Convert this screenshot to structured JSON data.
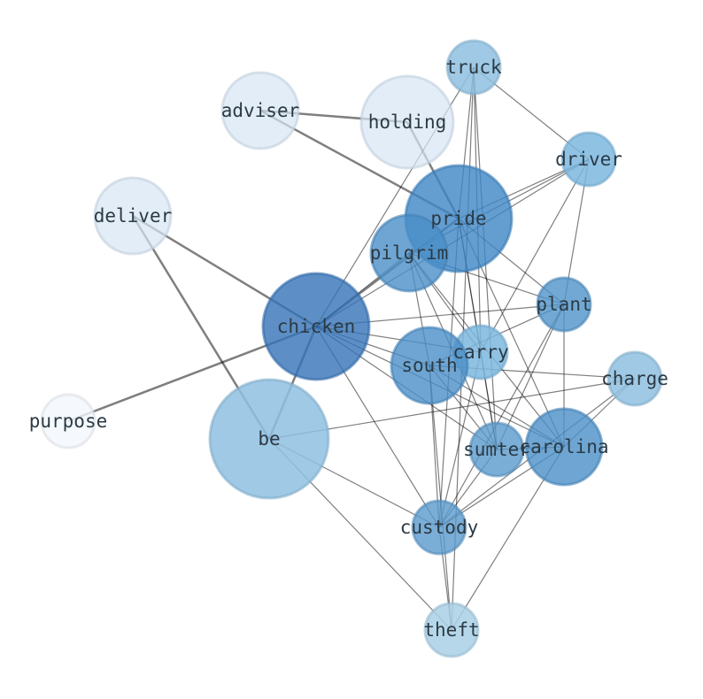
{
  "nodes": [
    {
      "id": "truck",
      "label": "truck",
      "color": "#8fc0e0",
      "alpha": 0.85,
      "size": 30
    },
    {
      "id": "adviser",
      "label": "adviser",
      "color": "#d6e6f4",
      "alpha": 0.7,
      "size": 43
    },
    {
      "id": "holding",
      "label": "holding",
      "color": "#d6e6f4",
      "alpha": 0.7,
      "size": 52
    },
    {
      "id": "driver",
      "label": "driver",
      "color": "#7db7df",
      "alpha": 0.85,
      "size": 30
    },
    {
      "id": "deliver",
      "label": "deliver",
      "color": "#d6e6f4",
      "alpha": 0.7,
      "size": 43
    },
    {
      "id": "pride",
      "label": "pride",
      "color": "#3d86c6",
      "alpha": 0.8,
      "size": 60
    },
    {
      "id": "pilgrim",
      "label": "pilgrim",
      "color": "#4a8fc8",
      "alpha": 0.8,
      "size": 43
    },
    {
      "id": "plant",
      "label": "plant",
      "color": "#4f93c9",
      "alpha": 0.8,
      "size": 30
    },
    {
      "id": "chicken",
      "label": "chicken",
      "color": "#3473b8",
      "alpha": 0.8,
      "size": 60
    },
    {
      "id": "carry",
      "label": "carry",
      "color": "#7db7df",
      "alpha": 0.85,
      "size": 30
    },
    {
      "id": "south",
      "label": "south",
      "color": "#4a8fc8",
      "alpha": 0.8,
      "size": 43
    },
    {
      "id": "charge",
      "label": "charge",
      "color": "#8fc0e0",
      "alpha": 0.85,
      "size": 30
    },
    {
      "id": "purpose",
      "label": "purpose",
      "color": "#f2f7fc",
      "alpha": 0.8,
      "size": 30
    },
    {
      "id": "be",
      "label": "be",
      "color": "#8fc0e0",
      "alpha": 0.85,
      "size": 67
    },
    {
      "id": "sumter",
      "label": "sumter",
      "color": "#5a9acd",
      "alpha": 0.8,
      "size": 30
    },
    {
      "id": "carolina",
      "label": "carolina",
      "color": "#4a8fc8",
      "alpha": 0.8,
      "size": 43
    },
    {
      "id": "custody",
      "label": "custody",
      "color": "#5a9acd",
      "alpha": 0.8,
      "size": 30
    },
    {
      "id": "theft",
      "label": "theft",
      "color": "#a9cfe6",
      "alpha": 0.85,
      "size": 30
    }
  ],
  "edges": [
    {
      "source": "adviser",
      "target": "holding",
      "weight": 2.5
    },
    {
      "source": "adviser",
      "target": "pride",
      "weight": 2.5
    },
    {
      "source": "holding",
      "target": "pride",
      "weight": 2.5
    },
    {
      "source": "deliver",
      "target": "chicken",
      "weight": 2.5
    },
    {
      "source": "deliver",
      "target": "be",
      "weight": 2.5
    },
    {
      "source": "chicken",
      "target": "purpose",
      "weight": 2.5
    },
    {
      "source": "chicken",
      "target": "pride",
      "weight": 2.5
    },
    {
      "source": "chicken",
      "target": "be",
      "weight": 2.5
    },
    {
      "source": "chicken",
      "target": "pilgrim",
      "weight": 1.2
    },
    {
      "source": "chicken",
      "target": "plant",
      "weight": 1.2
    },
    {
      "source": "chicken",
      "target": "truck",
      "weight": 1.2
    },
    {
      "source": "chicken",
      "target": "driver",
      "weight": 1.2
    },
    {
      "source": "chicken",
      "target": "south",
      "weight": 1.2
    },
    {
      "source": "chicken",
      "target": "carry",
      "weight": 1.2
    },
    {
      "source": "chicken",
      "target": "sumter",
      "weight": 1.2
    },
    {
      "source": "chicken",
      "target": "carolina",
      "weight": 1.2
    },
    {
      "source": "chicken",
      "target": "custody",
      "weight": 1.2
    },
    {
      "source": "truck",
      "target": "driver",
      "weight": 1.2
    },
    {
      "source": "truck",
      "target": "pride",
      "weight": 1.2
    },
    {
      "source": "truck",
      "target": "carry",
      "weight": 1.2
    },
    {
      "source": "truck",
      "target": "sumter",
      "weight": 1.2
    },
    {
      "source": "driver",
      "target": "pilgrim",
      "weight": 1.2
    },
    {
      "source": "driver",
      "target": "pride",
      "weight": 1.2
    },
    {
      "source": "driver",
      "target": "carry",
      "weight": 1.2
    },
    {
      "source": "driver",
      "target": "plant",
      "weight": 1.2
    },
    {
      "source": "pride",
      "target": "plant",
      "weight": 1.2
    },
    {
      "source": "pride",
      "target": "carry",
      "weight": 1.2
    },
    {
      "source": "pride",
      "target": "sumter",
      "weight": 1.2
    },
    {
      "source": "pride",
      "target": "custody",
      "weight": 1.2
    },
    {
      "source": "pride",
      "target": "carolina",
      "weight": 1.2
    },
    {
      "source": "pilgrim",
      "target": "plant",
      "weight": 1.2
    },
    {
      "source": "pilgrim",
      "target": "south",
      "weight": 1.2
    },
    {
      "source": "pilgrim",
      "target": "carry",
      "weight": 1.2
    },
    {
      "source": "pilgrim",
      "target": "sumter",
      "weight": 1.2
    },
    {
      "source": "pilgrim",
      "target": "carolina",
      "weight": 1.2
    },
    {
      "source": "plant",
      "target": "south",
      "weight": 1.2
    },
    {
      "source": "plant",
      "target": "carolina",
      "weight": 1.2
    },
    {
      "source": "plant",
      "target": "sumter",
      "weight": 1.2
    },
    {
      "source": "plant",
      "target": "custody",
      "weight": 1.2
    },
    {
      "source": "south",
      "target": "carolina",
      "weight": 1.2
    },
    {
      "source": "south",
      "target": "sumter",
      "weight": 1.2
    },
    {
      "source": "south",
      "target": "custody",
      "weight": 1.2
    },
    {
      "source": "south",
      "target": "theft",
      "weight": 1.2
    },
    {
      "source": "south",
      "target": "charge",
      "weight": 1.2
    },
    {
      "source": "carry",
      "target": "sumter",
      "weight": 1.2
    },
    {
      "source": "carry",
      "target": "custody",
      "weight": 1.2
    },
    {
      "source": "charge",
      "target": "be",
      "weight": 1.2
    },
    {
      "source": "charge",
      "target": "carolina",
      "weight": 1.2
    },
    {
      "source": "charge",
      "target": "custody",
      "weight": 1.2
    },
    {
      "source": "be",
      "target": "custody",
      "weight": 1.2
    },
    {
      "source": "be",
      "target": "theft",
      "weight": 1.2
    },
    {
      "source": "sumter",
      "target": "carolina",
      "weight": 1.2
    },
    {
      "source": "sumter",
      "target": "custody",
      "weight": 1.2
    },
    {
      "source": "carolina",
      "target": "custody",
      "weight": 1.2
    },
    {
      "source": "carolina",
      "target": "theft",
      "weight": 1.2
    },
    {
      "source": "custody",
      "target": "theft",
      "weight": 1.2
    },
    {
      "source": "truck",
      "target": "theft",
      "weight": 1.2
    }
  ]
}
